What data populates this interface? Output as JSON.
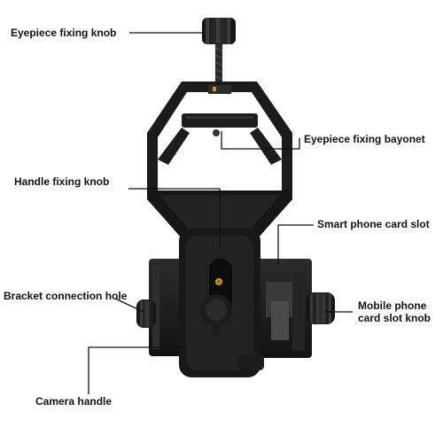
{
  "labels": {
    "eyepiece_knob": "Eyepiece fixing knob",
    "eyepiece_bayonet": "Eyepiece fixing bayonet",
    "handle_knob": "Handle fixing knob",
    "phone_slot": "Smart phone card slot",
    "bracket_hole": "Bracket connection hole",
    "mobile_slot_knob": "Mobile phone card slot knob",
    "camera_handle": "Camera handle"
  },
  "colors": {
    "background": "#ffffff",
    "device_body": "#1c1c1c",
    "device_highlight": "#3a3a3a",
    "screw_brass": "#c8962e",
    "text": "#111111"
  }
}
